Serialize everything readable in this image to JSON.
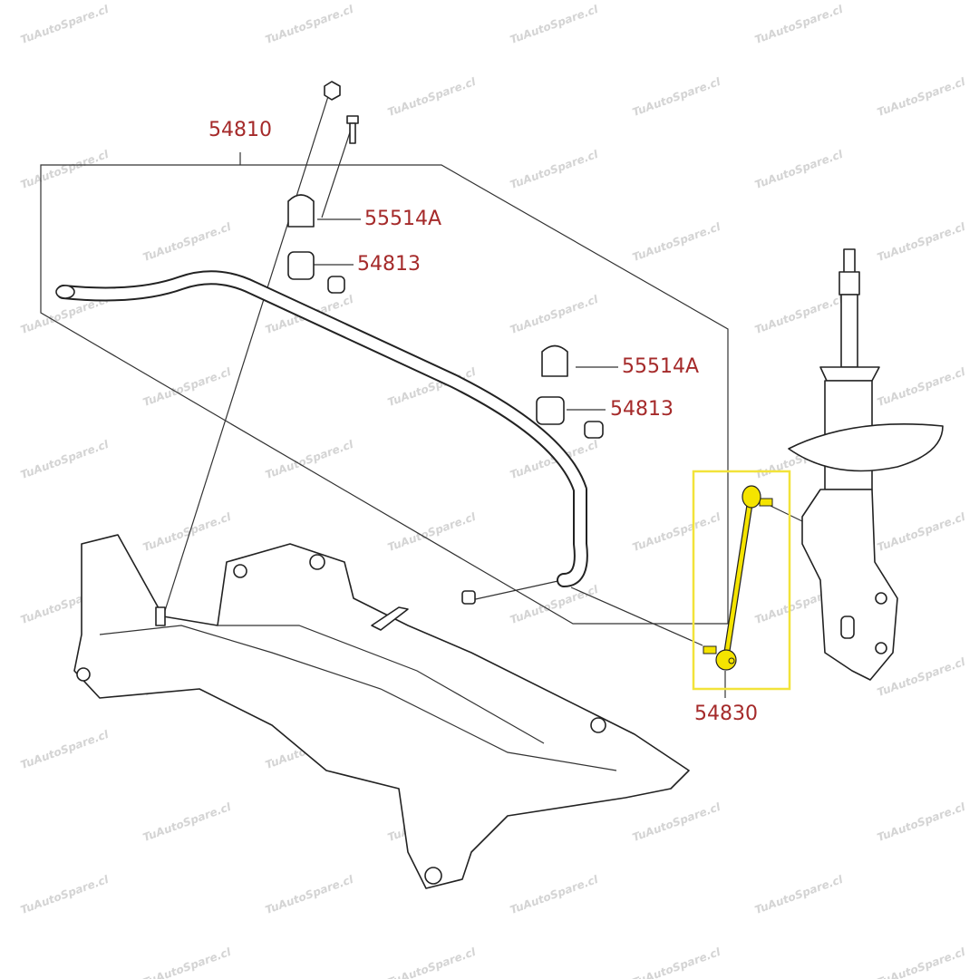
{
  "watermark": "TuAutoSpare.cl",
  "colors": {
    "label": "#a52a2a",
    "highlight": "#f5e400",
    "highlight_box": "#f2e33a"
  },
  "labels": {
    "stabilizer_assembly": "54810",
    "bushing_clamp_left": "55514A",
    "bushing_left": "54813",
    "bushing_clamp_right": "55514A",
    "bushing_right": "54813",
    "stabilizer_link": "54830"
  }
}
